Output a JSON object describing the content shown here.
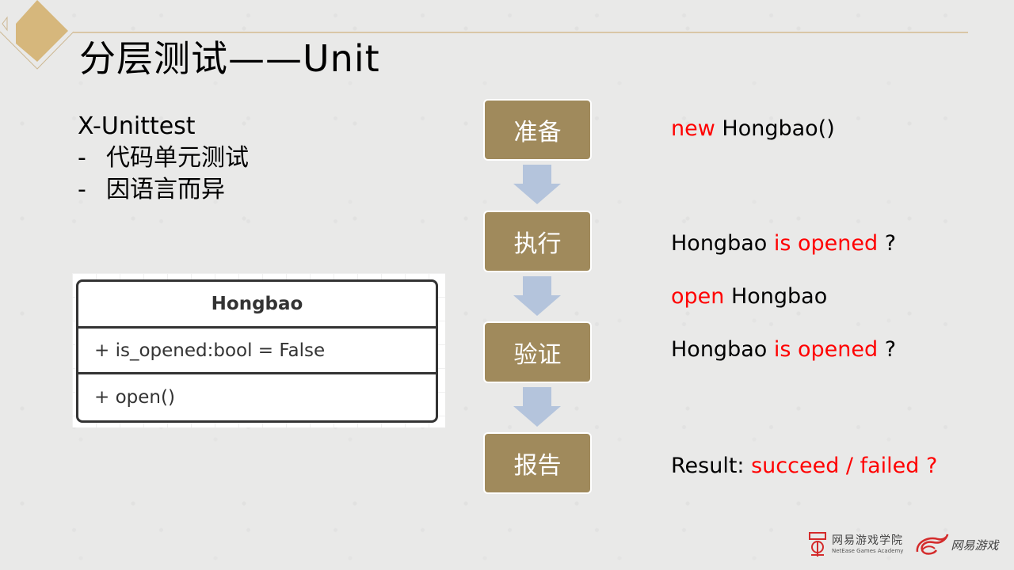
{
  "slide": {
    "title": "分层测试——Unit",
    "accent_color": "#d4b47c",
    "line_color": "#d9c6a6"
  },
  "left_list": {
    "heading": "X-Unittest",
    "items": [
      {
        "bullet": "-",
        "text": "代码单元测试"
      },
      {
        "bullet": "-",
        "text": "因语言而异"
      }
    ]
  },
  "uml": {
    "class_name": "Hongbao",
    "attribute": "+ is_opened:bool = False",
    "method": "+ open()"
  },
  "flow": {
    "box_color": "#a08a5c",
    "arrow_color": "#b4c4dc",
    "steps": [
      {
        "label": "准备"
      },
      {
        "label": "执行"
      },
      {
        "label": "验证"
      },
      {
        "label": "报告"
      }
    ]
  },
  "descriptions": {
    "prepare": {
      "red": "new",
      "black": " Hongbao()"
    },
    "execute_check": {
      "black1": "Hongbao ",
      "red": "is opened",
      "black2": " ?"
    },
    "execute_action": {
      "red": "open",
      "black": " Hongbao"
    },
    "verify": {
      "black1": "Hongbao ",
      "red": "is opened",
      "black2": " ?"
    },
    "report": {
      "black": "Result: ",
      "red": "succeed / failed ?"
    }
  },
  "footer": {
    "academy_cn": "网易游戏学院",
    "academy_en": "NetEase Games Academy",
    "games_cn": "网易游戏"
  }
}
